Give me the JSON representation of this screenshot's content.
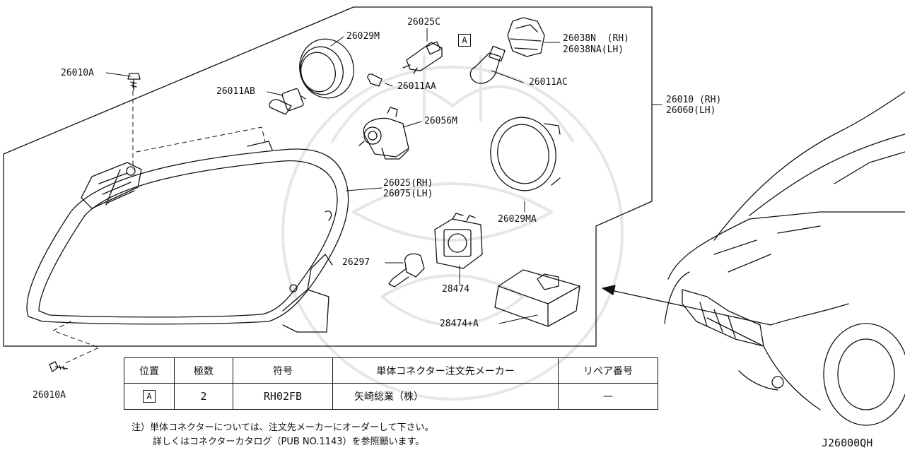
{
  "labels": {
    "l26010a_top": "26010A",
    "l26011ab": "26011AB",
    "l26029m": "26029M",
    "l26025c": "26025C",
    "l26011aa": "26011AA",
    "l26038n": "26038N  (RH)",
    "l26038na": "26038NA(LH)",
    "l26011ac": "26011AC",
    "l26056m": "26056M",
    "l26010": "26010 (RH)",
    "l26060": "26060(LH)",
    "l26025": "26025(RH)",
    "l26075": "26075(LH)",
    "l26029ma": "26029MA",
    "l26297": "26297",
    "l28474": "28474",
    "l28474a": "28474+A",
    "l26010a_bottom": "26010A",
    "ref_a": "A"
  },
  "table": {
    "headers": [
      "位置",
      "極数",
      "符号",
      "単体コネクター注文先メーカー",
      "リペア番号"
    ],
    "row": {
      "position": "A",
      "poles": "2",
      "code": "RH02FB",
      "maker": "矢崎総業（株）",
      "repair": "—"
    }
  },
  "notes": {
    "line1": "注）単体コネクターについては、注文先メーカーにオーダーして下さい。",
    "line2": "詳しくはコネクターカタログ（PUB NO.1143）を参照願います。"
  },
  "diagram_code": "J26000QH"
}
